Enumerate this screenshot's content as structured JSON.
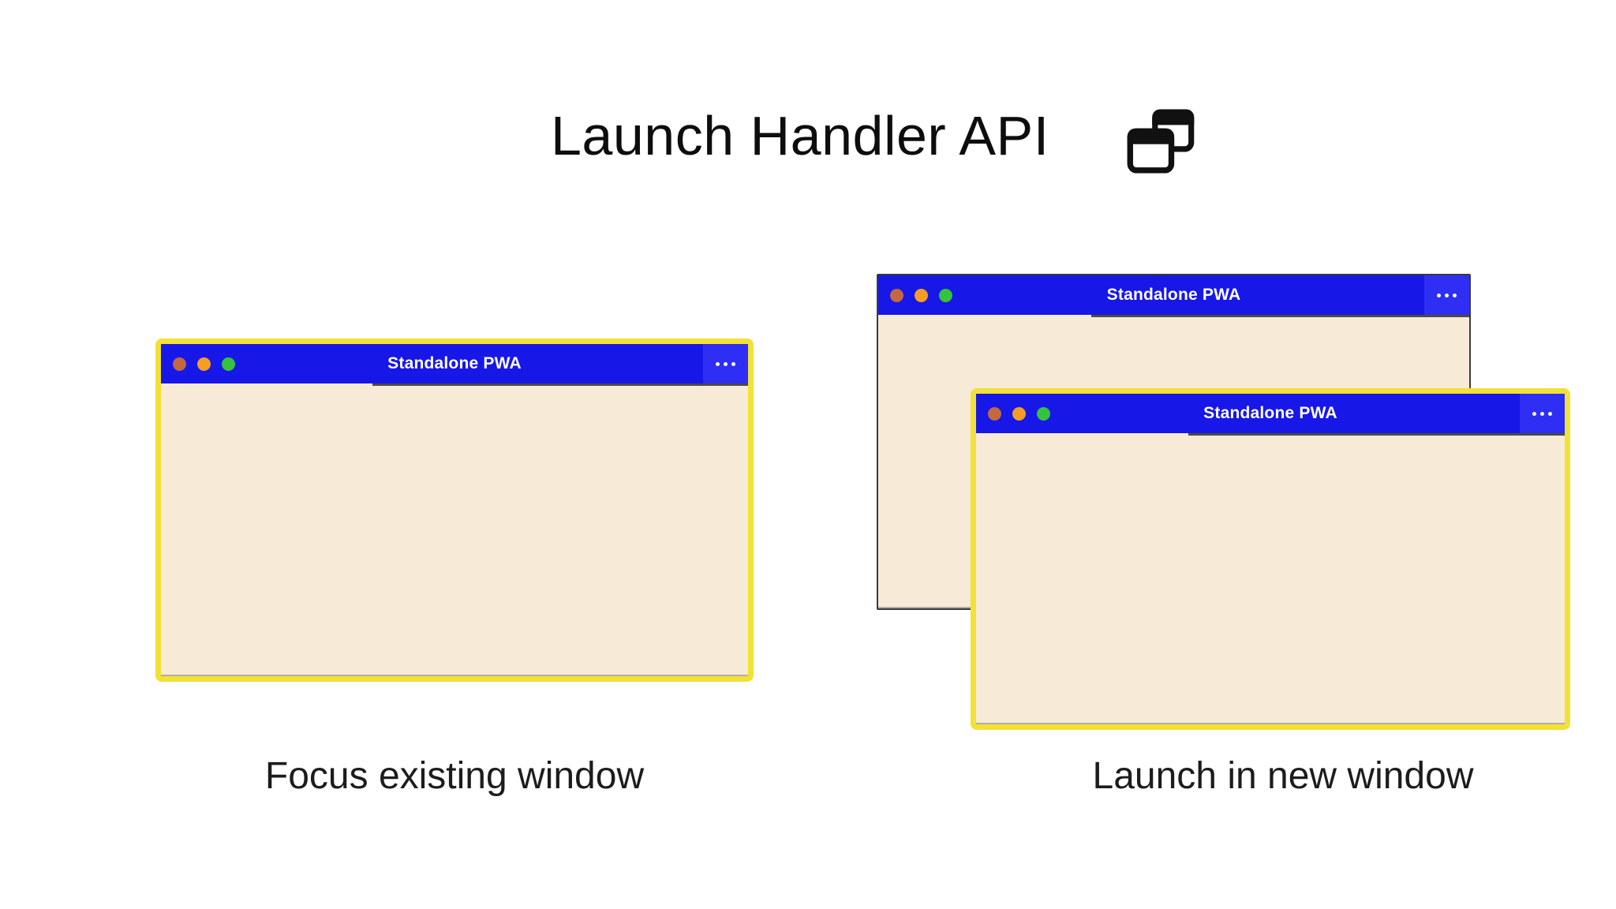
{
  "header": {
    "title": "Launch Handler API",
    "icon": "overlapping-windows-icon"
  },
  "windows": [
    {
      "title": "Standalone PWA",
      "style": "focused-existing"
    },
    {
      "title": "Standalone PWA",
      "style": "background"
    },
    {
      "title": "Standalone PWA",
      "style": "focused-new"
    }
  ],
  "window_controls": {
    "traffic_lights": [
      "close",
      "minimize",
      "maximize"
    ],
    "menu_icon": "ellipsis-icon"
  },
  "scenarios": [
    {
      "caption": "Focus existing window"
    },
    {
      "caption": "Launch in new window"
    }
  ],
  "colors": {
    "titlebar_blue": "#1717e8",
    "menu_box_blue": "#2e2ef5",
    "window_body_cream": "#f7ead7",
    "focus_border_yellow": "#f2e136",
    "background_window_border": "#3b3b3b",
    "dot_red": "#c2693f",
    "dot_orange": "#f69d25",
    "dot_green": "#36c33c",
    "text_black": "#0d0d0d"
  }
}
